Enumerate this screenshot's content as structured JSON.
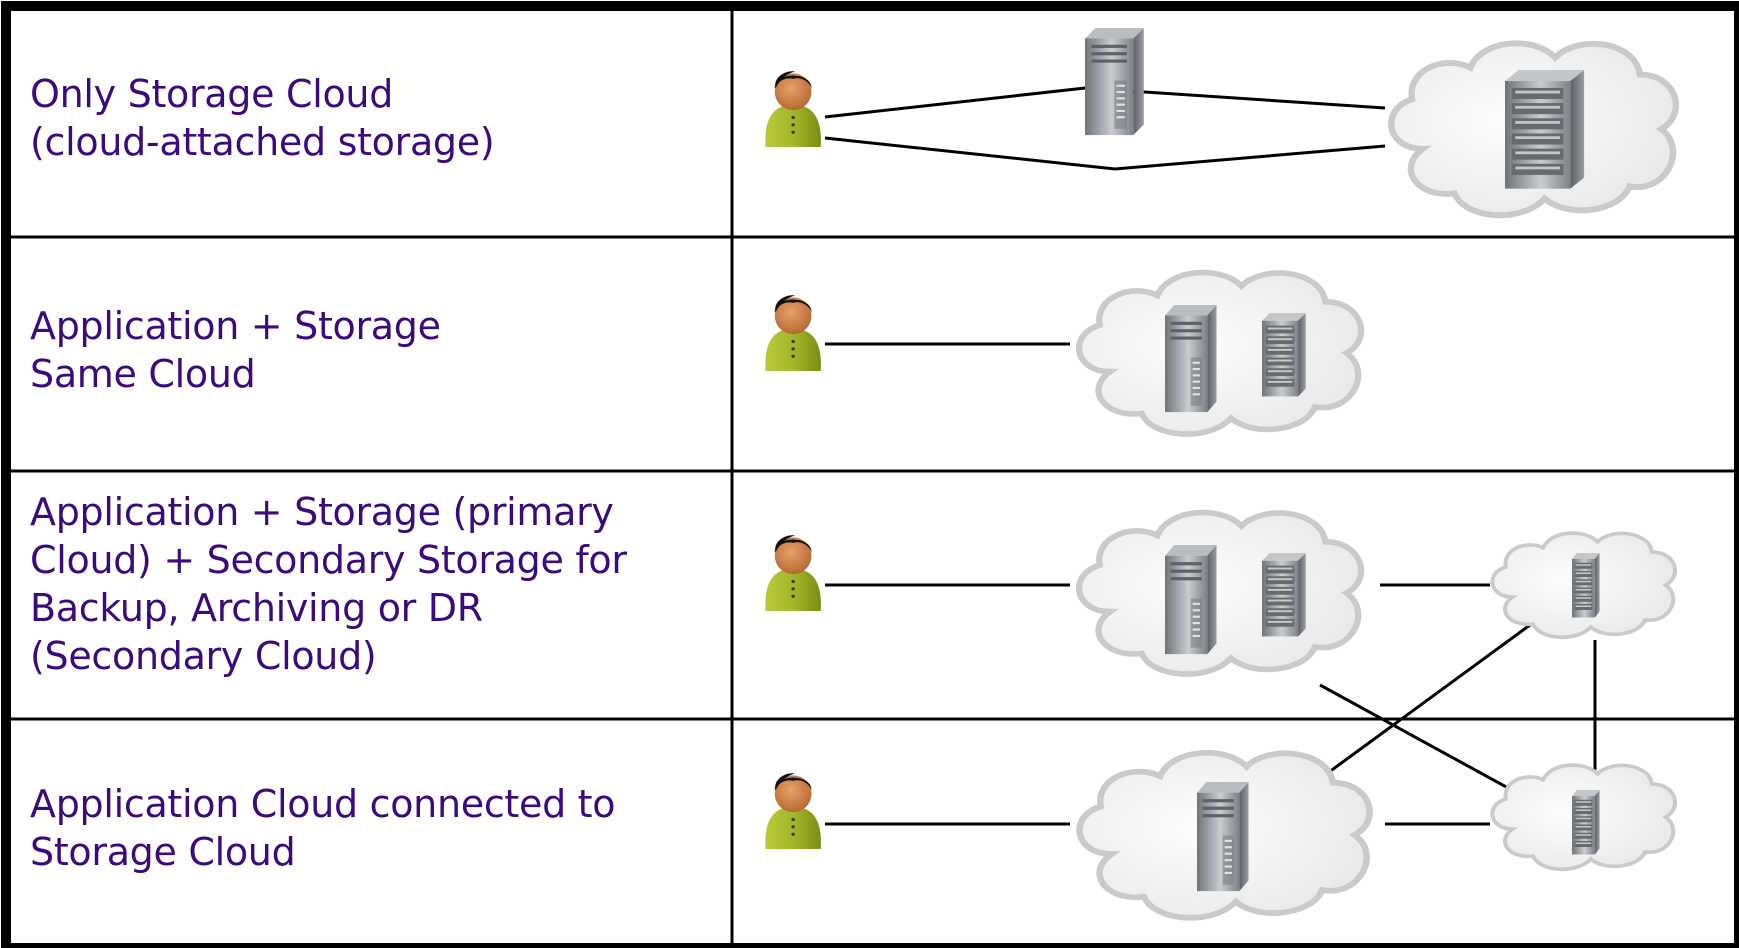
{
  "colors": {
    "text": "#3b0a7c",
    "border": "#000000",
    "person_body": "#9aad1c",
    "person_face": "#c8733a",
    "cloud_fill": "#f2f2f2",
    "cloud_stroke": "#c9c9c9",
    "server": "#8d9196"
  },
  "rows": [
    {
      "id": "only-storage",
      "lines": [
        "Only Storage Cloud",
        "(cloud-attached storage)"
      ]
    },
    {
      "id": "app-storage-same",
      "lines": [
        "Application + Storage",
        "Same Cloud"
      ]
    },
    {
      "id": "app-storage-secondary",
      "lines": [
        "Application + Storage (primary",
        "Cloud) + Secondary Storage for",
        "Backup, Archiving or DR",
        "(Secondary Cloud)"
      ]
    },
    {
      "id": "app-cloud-connected",
      "lines": [
        "Application Cloud connected to",
        "Storage Cloud"
      ]
    }
  ],
  "icons": {
    "person": "user-person-icon",
    "cloud": "cloud-icon",
    "server_tower": "server-tower-icon",
    "server_rack": "server-rack-icon"
  }
}
